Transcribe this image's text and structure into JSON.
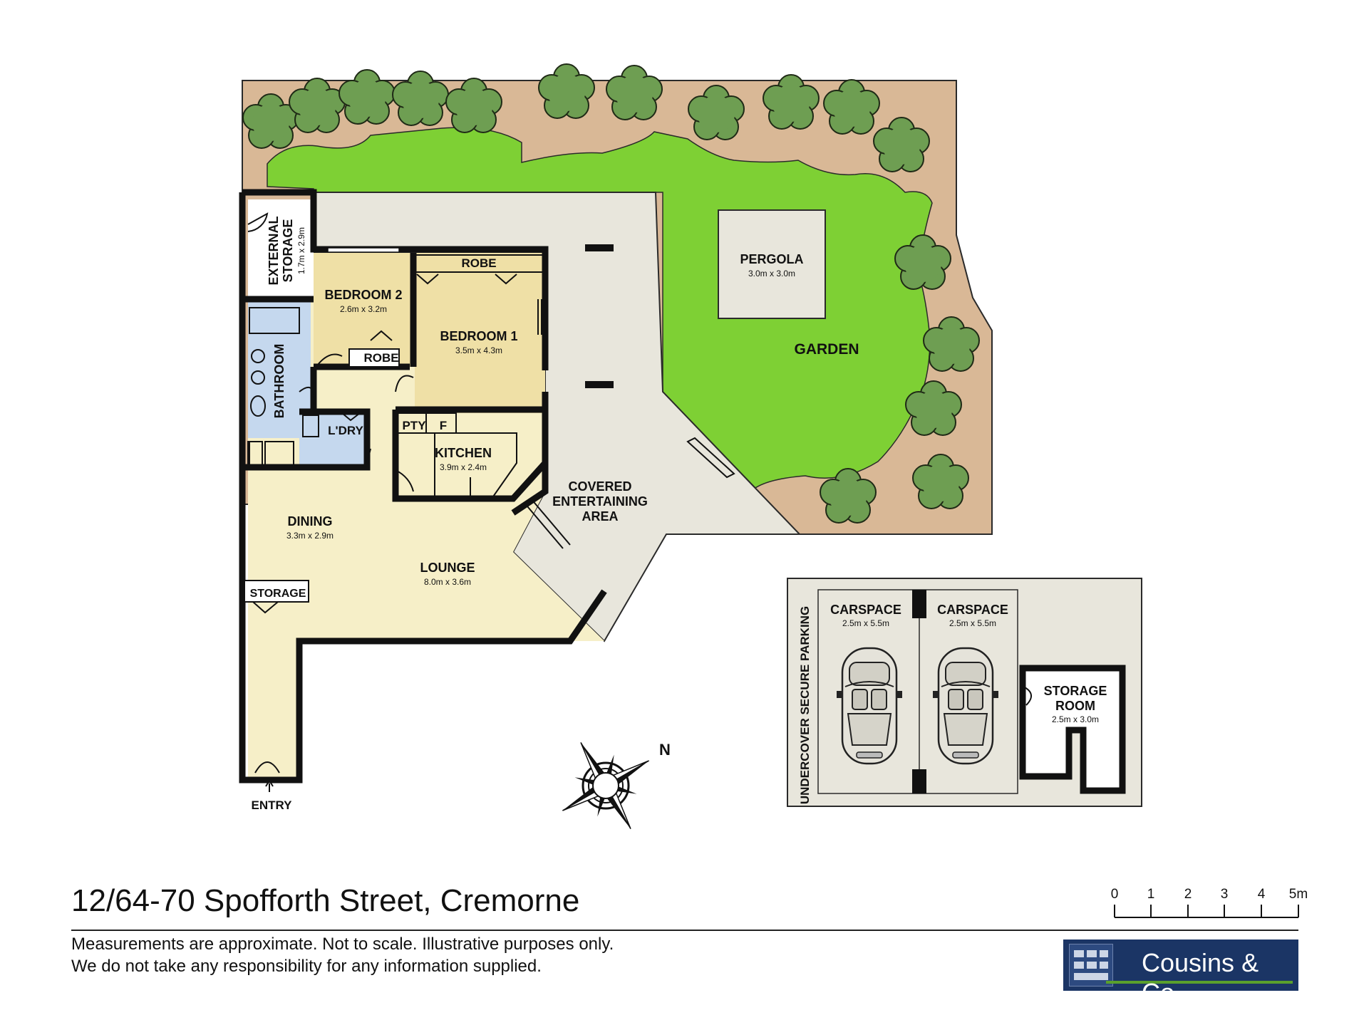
{
  "property": {
    "address": "12/64-70 Spofforth Street, Cremorne",
    "disclaimer_line1": "Measurements are approximate. Not to scale. Illustrative purposes only.",
    "disclaimer_line2": "We do not take any responsibility for any information supplied."
  },
  "agency": {
    "name": "Cousins & Co"
  },
  "rooms": {
    "external_storage": {
      "name": "EXTERNAL STORAGE",
      "line1": "EXTERNAL",
      "line2": "STORAGE",
      "dims": "1.7m x 2.9m"
    },
    "bedroom2": {
      "name": "BEDROOM 2",
      "dims": "2.6m x 3.2m"
    },
    "bedroom1": {
      "name": "BEDROOM 1",
      "dims": "3.5m x 4.3m"
    },
    "robe1": {
      "name": "ROBE"
    },
    "robe2": {
      "name": "ROBE"
    },
    "bathroom": {
      "name": "BATHROOM"
    },
    "laundry": {
      "name": "L'DRY"
    },
    "pantry": {
      "name": "PTY"
    },
    "fridge": {
      "name": "F"
    },
    "kitchen": {
      "name": "KITCHEN",
      "dims": "3.9m x 2.4m"
    },
    "dining": {
      "name": "DINING",
      "dims": "3.3m x 2.9m"
    },
    "lounge": {
      "name": "LOUNGE",
      "dims": "8.0m x 3.6m"
    },
    "storage": {
      "name": "STORAGE"
    },
    "covered": {
      "name": "COVERED ENTERTAINING AREA",
      "line1": "COVERED",
      "line2": "ENTERTAINING",
      "line3": "AREA"
    },
    "pergola": {
      "name": "PERGOLA",
      "dims": "3.0m x 3.0m"
    },
    "garden": {
      "name": "GARDEN"
    },
    "entry": {
      "name": "ENTRY"
    }
  },
  "parking": {
    "title": "UNDERCOVER SECURE PARKING",
    "carspace1": {
      "name": "CARSPACE",
      "dims": "2.5m x 5.5m"
    },
    "carspace2": {
      "name": "CARSPACE",
      "dims": "2.5m x 5.5m"
    },
    "storage_room": {
      "name": "STORAGE ROOM",
      "line1": "STORAGE",
      "line2": "ROOM",
      "dims": "2.5m x 3.0m"
    }
  },
  "compass": {
    "north": "N"
  },
  "scale_bar": {
    "ticks": [
      "0",
      "1",
      "2",
      "3",
      "4",
      "5m"
    ]
  },
  "colors": {
    "soil": "#d9b896",
    "lawn": "#7ed034",
    "tree": "#6e9e52",
    "paving": "#e8e6dc",
    "interior": "#f6efc8",
    "bedroom": "#efe0a6",
    "wet_area": "#c5d8ee",
    "wall": "#111111",
    "agency_blue": "#1b3565",
    "agency_green": "#5aa02c"
  }
}
